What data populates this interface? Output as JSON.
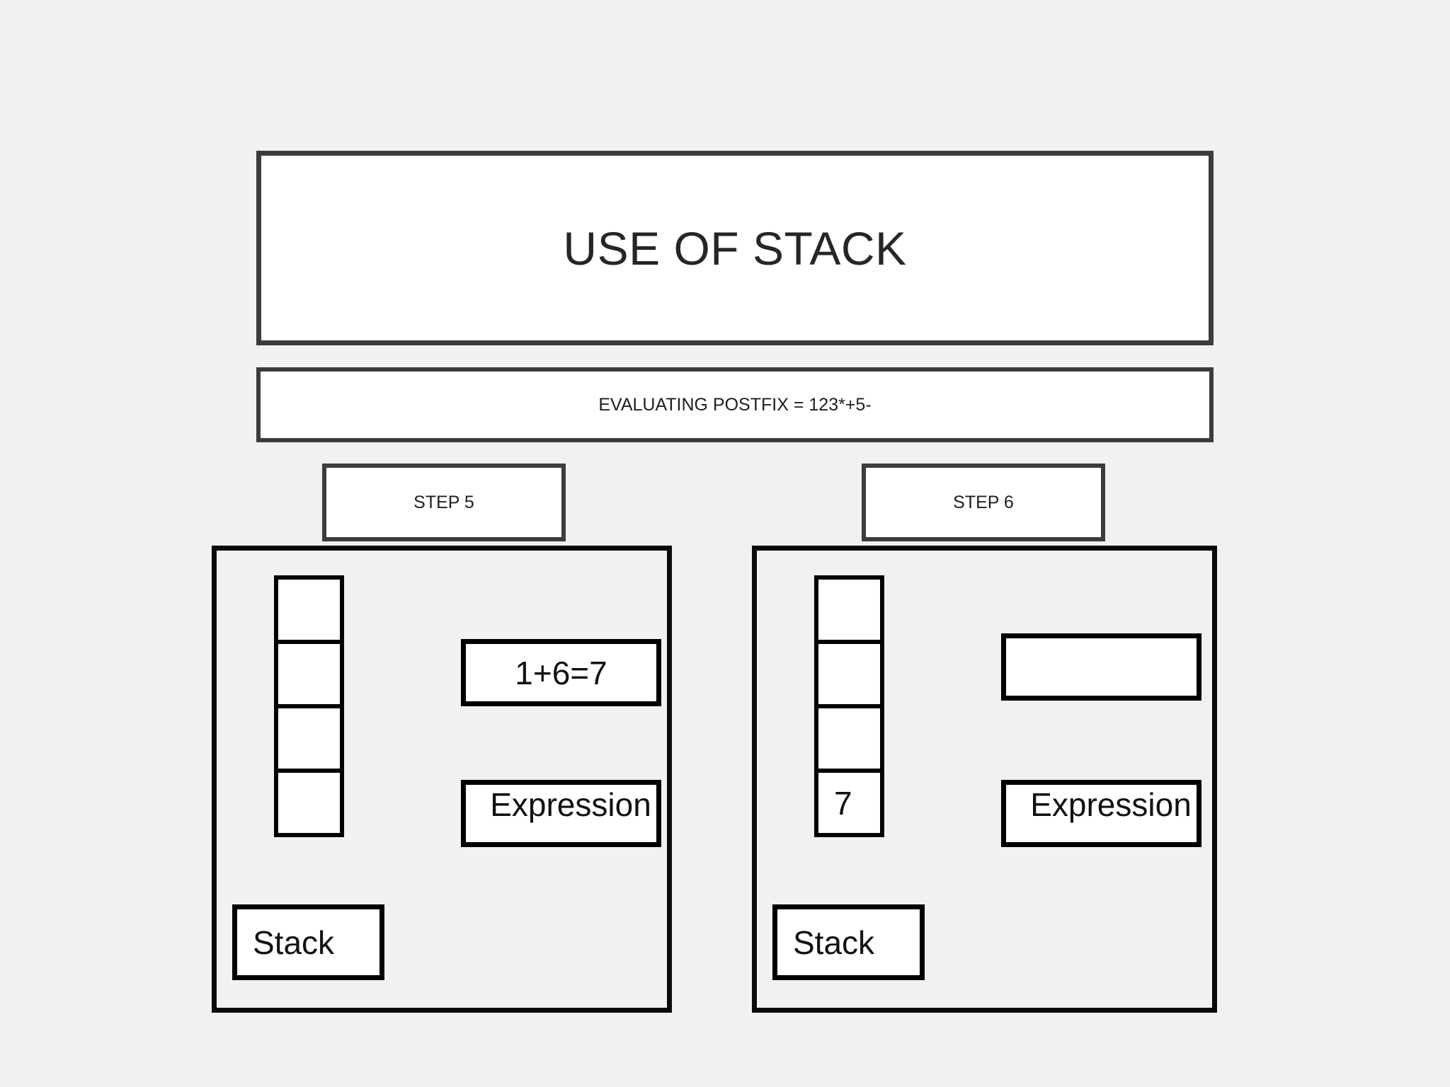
{
  "page": {
    "background_color": "#f1f1f1",
    "title": "USE OF STACK",
    "subtitle": "EVALUATING POSTFIX = 123*+5-"
  },
  "colors": {
    "banner_border": "#3c3c3c",
    "panel_border": "#0b0b0b",
    "box_border": "#000000",
    "box_fill": "#ffffff",
    "text": "#1f1f1f"
  },
  "steps": [
    {
      "tab_label": "STEP 5",
      "stack_label": "Stack",
      "expression_label": "Expression",
      "result": "1+6=7",
      "stack_cells": [
        "",
        "",
        "",
        ""
      ]
    },
    {
      "tab_label": "STEP 6",
      "stack_label": "Stack",
      "expression_label": "Expression",
      "result": "",
      "stack_cells": [
        "",
        "",
        "",
        "7"
      ]
    }
  ]
}
